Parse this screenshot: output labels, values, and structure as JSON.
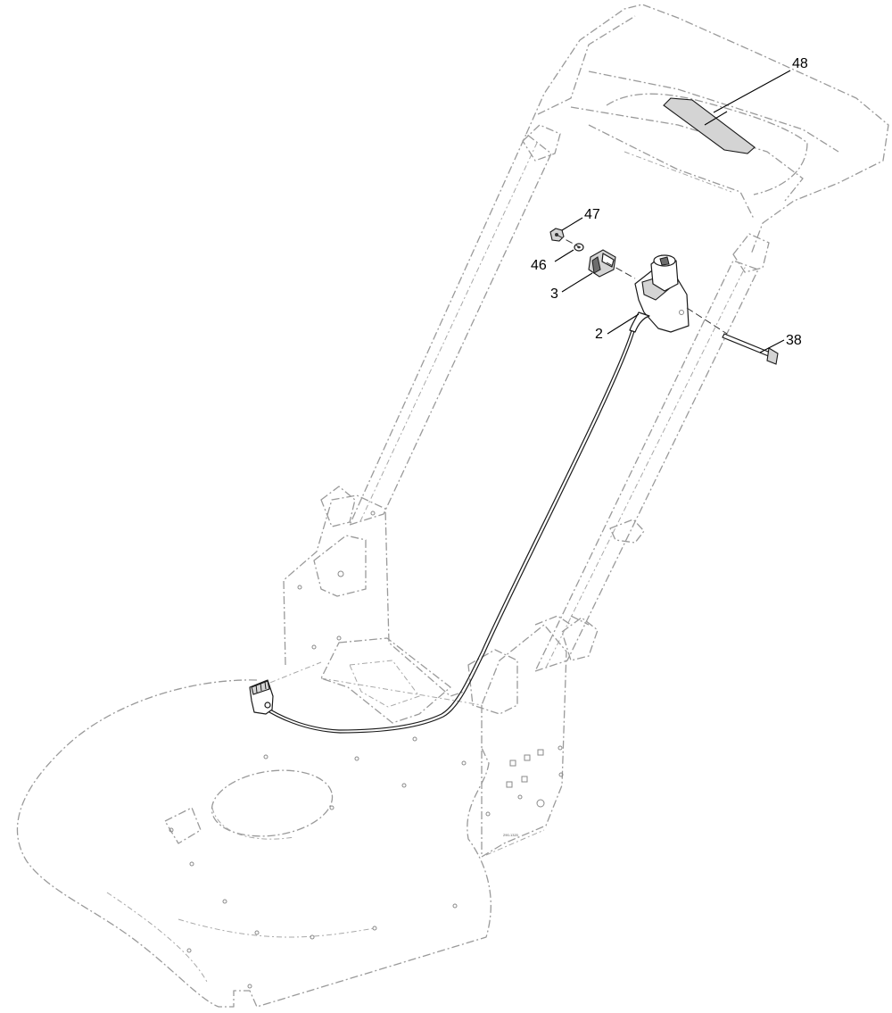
{
  "callouts": [
    {
      "id": "48",
      "label": "48"
    },
    {
      "id": "47",
      "label": "47"
    },
    {
      "id": "46",
      "label": "46"
    },
    {
      "id": "3",
      "label": "3"
    },
    {
      "id": "2",
      "label": "2"
    },
    {
      "id": "38",
      "label": "38"
    }
  ],
  "drawing_code": "290-1320"
}
